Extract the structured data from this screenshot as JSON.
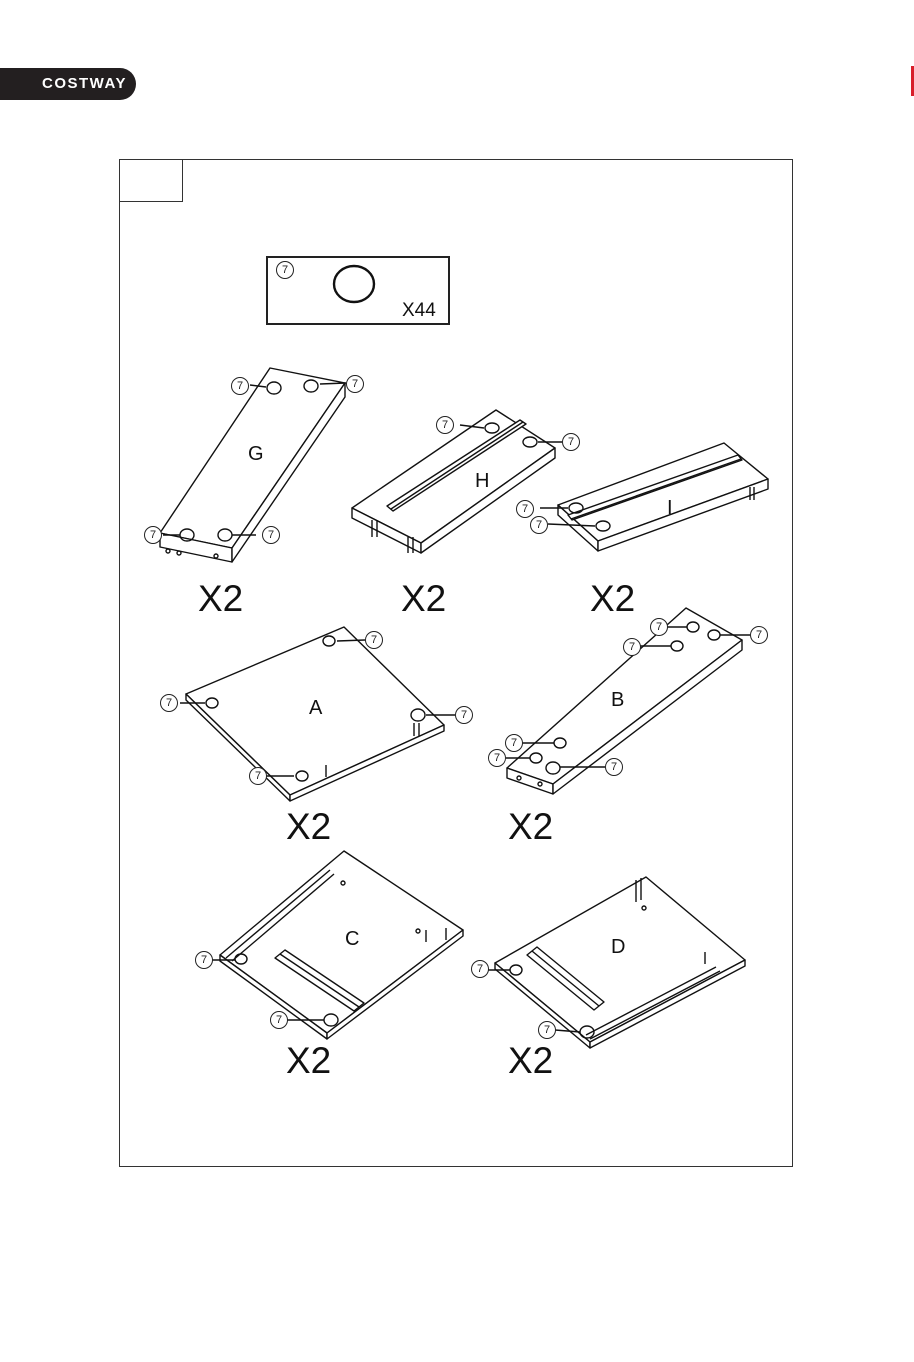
{
  "header": {
    "brand": "COSTWAY"
  },
  "step": {
    "number": ""
  },
  "hardware": {
    "part_number": "7",
    "quantity": "X44",
    "icon": "cam-lock-washer-icon"
  },
  "panels": [
    {
      "letter": "G",
      "quantity": "X2"
    },
    {
      "letter": "H",
      "quantity": "X2"
    },
    {
      "letter": "I",
      "quantity": "X2"
    },
    {
      "letter": "A",
      "quantity": "X2"
    },
    {
      "letter": "B",
      "quantity": "X2"
    },
    {
      "letter": "C",
      "quantity": "X2"
    },
    {
      "letter": "D",
      "quantity": "X2"
    }
  ],
  "callout_label": "7"
}
